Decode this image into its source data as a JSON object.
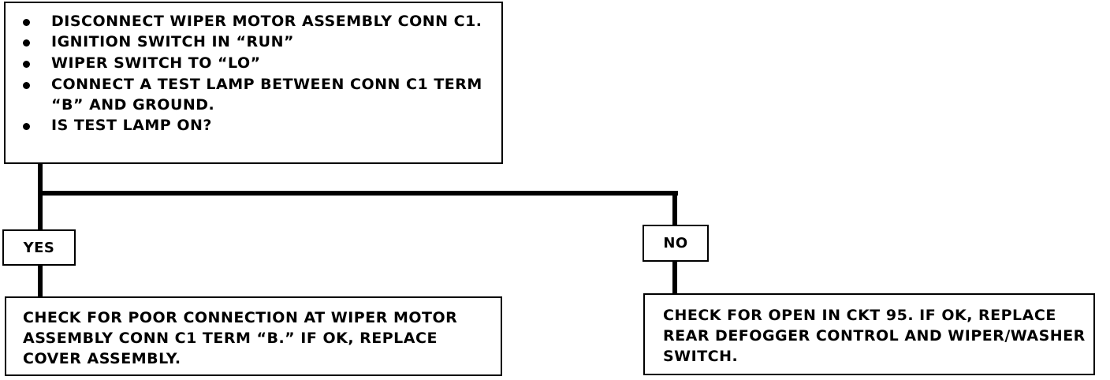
{
  "top_box": {
    "items": [
      "DISCONNECT WIPER MOTOR ASSEMBLY CONN C1.",
      "IGNITION SWITCH IN “RUN”",
      "WIPER SWITCH TO “LO”",
      "CONNECT A TEST LAMP BETWEEN CONN C1 TERM “B” AND GROUND.",
      "IS TEST LAMP ON?"
    ]
  },
  "branches": {
    "yes": {
      "label": "YES",
      "result": "CHECK FOR POOR CONNECTION AT WIPER MOTOR ASSEMBLY CONN C1 TERM “B.” IF OK, REPLACE COVER ASSEMBLY."
    },
    "no": {
      "label": "NO",
      "result": "CHECK FOR OPEN IN CKT 95.  IF OK, REPLACE REAR DEFOGGER CONTROL AND WIPER/WASHER SWITCH."
    }
  }
}
